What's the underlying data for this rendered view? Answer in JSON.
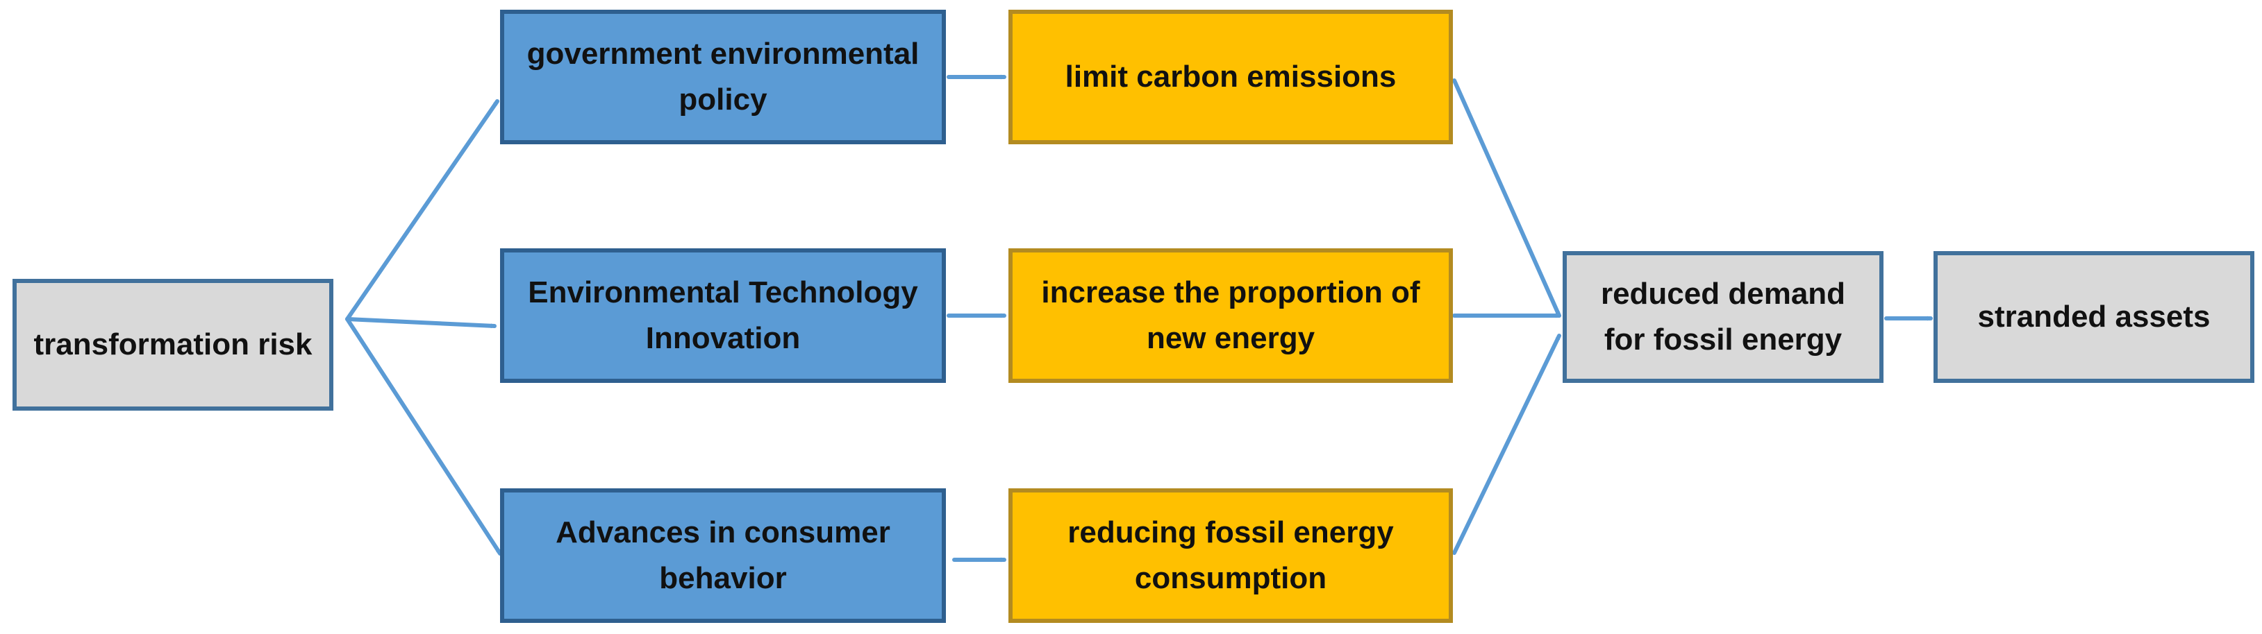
{
  "colors": {
    "grey_fill": "#d9d9d9",
    "blue_fill": "#5b9bd5",
    "gold_fill": "#ffc000",
    "arrow": "#5b9bd5"
  },
  "nodes": {
    "risk": "transformation risk",
    "policy": "government environmental policy",
    "tech": "Environmental Technology Innovation",
    "consumer": "Advances in consumer behavior",
    "carbon": "limit carbon emissions",
    "new_energy": "increase the proportion of new energy",
    "fossil_consumption": "reducing fossil energy consumption",
    "demand": "reduced demand for fossil energy",
    "stranded": "stranded assets"
  },
  "edges": [
    {
      "from": "risk",
      "to": "policy"
    },
    {
      "from": "risk",
      "to": "tech"
    },
    {
      "from": "risk",
      "to": "consumer"
    },
    {
      "from": "policy",
      "to": "carbon"
    },
    {
      "from": "tech",
      "to": "new_energy"
    },
    {
      "from": "consumer",
      "to": "fossil_consumption"
    },
    {
      "from": "carbon",
      "to": "demand"
    },
    {
      "from": "new_energy",
      "to": "demand"
    },
    {
      "from": "fossil_consumption",
      "to": "demand"
    },
    {
      "from": "demand",
      "to": "stranded"
    }
  ]
}
